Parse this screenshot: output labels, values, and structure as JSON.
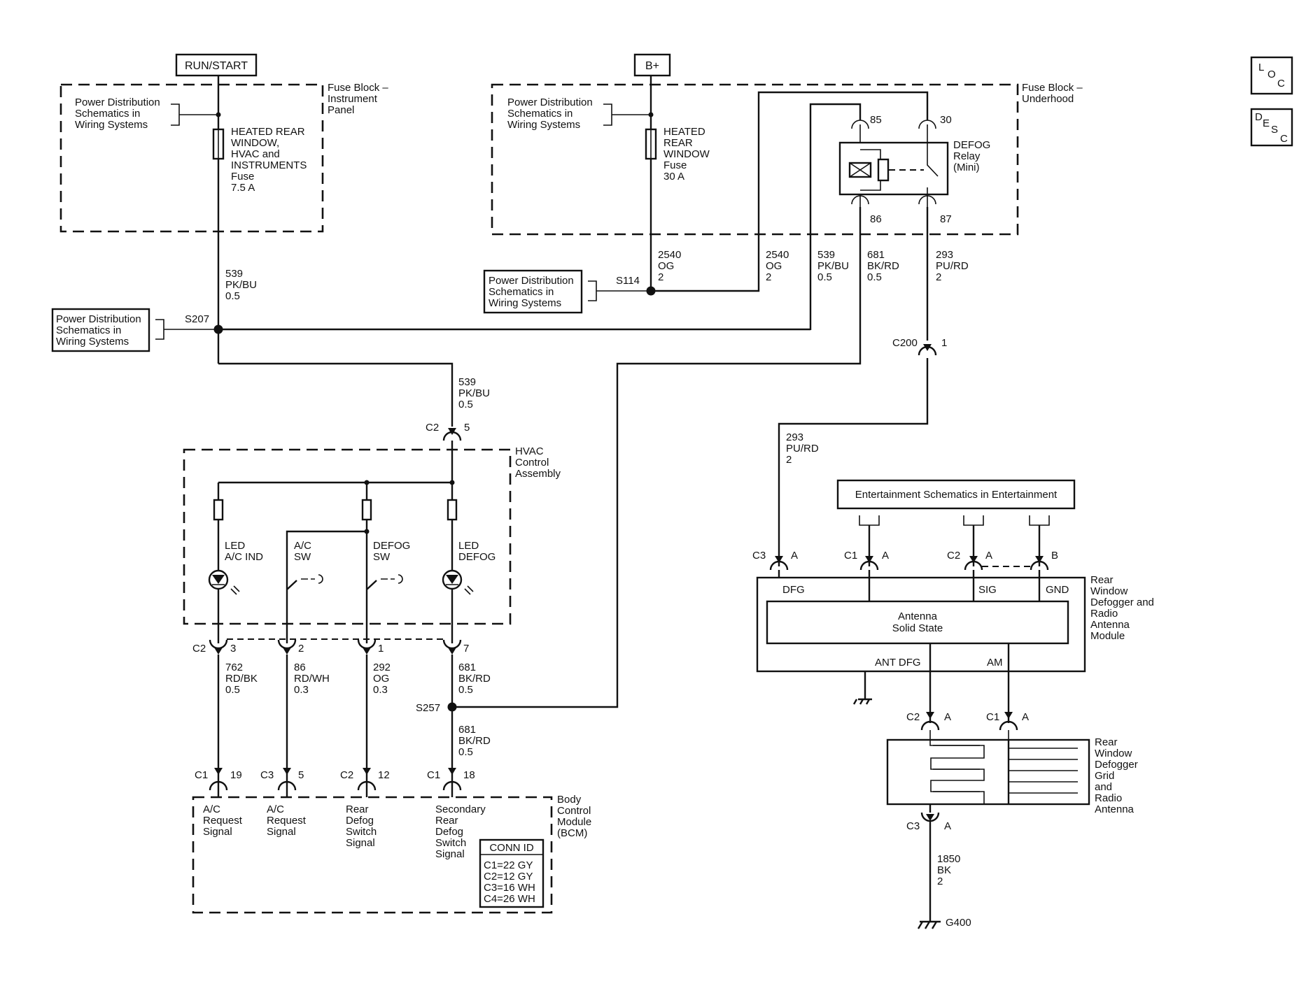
{
  "power_sources": {
    "run_start": "RUN/START",
    "bplus": "B+"
  },
  "nav_buttons": {
    "loc": {
      "l1": "L",
      "l2": "O",
      "l3": "C"
    },
    "desc": {
      "l1": "D",
      "l2": "E",
      "l3": "S",
      "l4": "C"
    }
  },
  "fuse_block_ip": {
    "label": [
      "Fuse Block –",
      "Instrument",
      "Panel"
    ],
    "pds_ref": [
      "Power Distribution",
      "Schematics in",
      "Wiring Systems"
    ],
    "fuse": [
      "HEATED REAR",
      "WINDOW,",
      "HVAC and",
      "INSTRUMENTS",
      "Fuse",
      "7.5 A"
    ]
  },
  "fuse_block_uh": {
    "label": [
      "Fuse Block –",
      "Underhood"
    ],
    "pds_ref": [
      "Power Distribution",
      "Schematics in",
      "Wiring Systems"
    ],
    "fuse": [
      "HEATED",
      "REAR",
      "WINDOW",
      "Fuse",
      "30 A"
    ],
    "relay": [
      "DEFOG",
      "Relay",
      "(Mini)"
    ],
    "pins": {
      "p85": "85",
      "p30": "30",
      "p86": "86",
      "p87": "87"
    }
  },
  "splices": {
    "s114": "S114",
    "s207": "S207",
    "s257": "S257"
  },
  "pds_s114": [
    "Power Distribution",
    "Schematics in",
    "Wiring Systems"
  ],
  "pds_s207": [
    "Power Distribution",
    "Schematics in",
    "Wiring Systems"
  ],
  "wires": {
    "w539_a": [
      "539",
      "PK/BU",
      "0.5"
    ],
    "w2540_a": [
      "2540",
      "OG",
      "2"
    ],
    "w2540_b": [
      "2540",
      "OG",
      "2"
    ],
    "w539_b": [
      "539",
      "PK/BU",
      "0.5"
    ],
    "w681_a": [
      "681",
      "BK/RD",
      "0.5"
    ],
    "w293_a": [
      "293",
      "PU/RD",
      "2"
    ],
    "w539_c": [
      "539",
      "PK/BU",
      "0.5"
    ],
    "w293_b": [
      "293",
      "PU/RD",
      "2"
    ],
    "w762": [
      "762",
      "RD/BK",
      "0.5"
    ],
    "w86": [
      "86",
      "RD/WH",
      "0.3"
    ],
    "w292": [
      "292",
      "OG",
      "0.3"
    ],
    "w681_b": [
      "681",
      "BK/RD",
      "0.5"
    ],
    "w681_c": [
      "681",
      "BK/RD",
      "0.5"
    ],
    "w1850": [
      "1850",
      "BK",
      "2"
    ]
  },
  "connectors": {
    "c200": {
      "name": "C200",
      "pin": "1"
    },
    "c2_5": {
      "name": "C2",
      "pin": "5"
    },
    "hv_c2": {
      "name": "C2",
      "p3": "3",
      "p2": "2",
      "p1": "1",
      "p7": "7"
    },
    "bcm": [
      {
        "name": "C1",
        "pin": "19"
      },
      {
        "name": "C3",
        "pin": "5"
      },
      {
        "name": "C2",
        "pin": "12"
      },
      {
        "name": "C1",
        "pin": "18"
      }
    ],
    "mod_c3a": {
      "name": "C3",
      "pin": "A"
    },
    "mod_c1a": {
      "name": "C1",
      "pin": "A"
    },
    "mod_c2a": {
      "name": "C2",
      "pin": "A"
    },
    "mod_b": {
      "pin": "B"
    },
    "grid_c2a": {
      "name": "C2",
      "pin": "A"
    },
    "grid_c1a": {
      "name": "C1",
      "pin": "A"
    },
    "grid_c3a": {
      "name": "C3",
      "pin": "A"
    }
  },
  "hvac": {
    "label": [
      "HVAC",
      "Control",
      "Assembly"
    ],
    "led_ac": [
      "LED",
      "A/C IND"
    ],
    "ac_sw": [
      "A/C",
      "SW"
    ],
    "defog_sw": [
      "DEFOG",
      "SW"
    ],
    "led_defog": [
      "LED",
      "DEFOG"
    ]
  },
  "bcm": {
    "label": [
      "Body",
      "Control",
      "Module",
      "(BCM)"
    ],
    "inputs": [
      [
        "A/C",
        "Request",
        "Signal"
      ],
      [
        "A/C",
        "Request",
        "Signal"
      ],
      [
        "Rear",
        "Defog",
        "Switch",
        "Signal"
      ],
      [
        "Secondary",
        "Rear",
        "Defog",
        "Switch",
        "Signal"
      ]
    ],
    "conn_id": {
      "title": "CONN ID",
      "rows": [
        "C1=22 GY",
        "C2=12 GY",
        "C3=16 WH",
        "C4=26 WH"
      ]
    }
  },
  "entertainment_ref": "Entertainment Schematics in Entertainment",
  "antenna_module": {
    "label": [
      "Rear",
      "Window",
      "Defogger and",
      "Radio",
      "Antenna",
      "Module"
    ],
    "pins": {
      "dfg": "DFG",
      "sig": "SIG",
      "gnd": "GND",
      "ant_dfg": "ANT DFG",
      "am": "AM"
    },
    "inner": [
      "Antenna",
      "Solid State"
    ]
  },
  "grid": {
    "label": [
      "Rear",
      "Window",
      "Defogger",
      "Grid",
      "and",
      "Radio",
      "Antenna"
    ]
  },
  "ground": {
    "g400": "G400"
  }
}
